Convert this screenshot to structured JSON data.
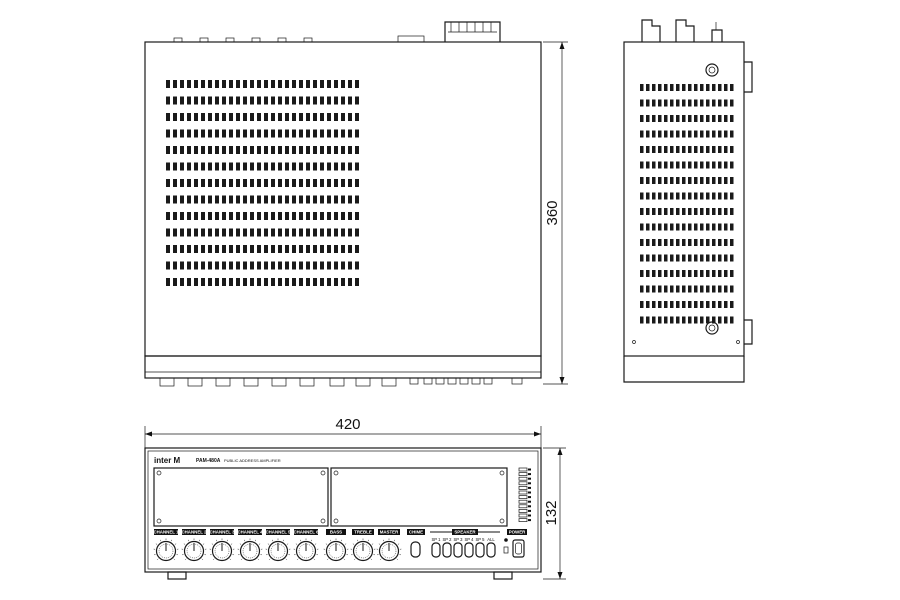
{
  "dimensions": {
    "depth": "360",
    "width": "420",
    "height": "132"
  },
  "front_panel": {
    "brand": "inter M",
    "model": "PAM-480A",
    "subtitle": "PUBLIC ADDRESS AMPLIFIER",
    "labels": [
      "CHANNEL 1",
      "CHANNEL 2",
      "CHANNEL 3",
      "CHANNEL 4",
      "CHANNEL 5",
      "CHANNEL 6",
      "BASS",
      "TREBLE",
      "MASTER",
      "CHIME",
      "SPEAKER",
      "POWER"
    ],
    "speaker_zones": [
      "SP 1",
      "SP 2",
      "SP 3",
      "SP 4",
      "SP 5",
      "ALL"
    ]
  }
}
